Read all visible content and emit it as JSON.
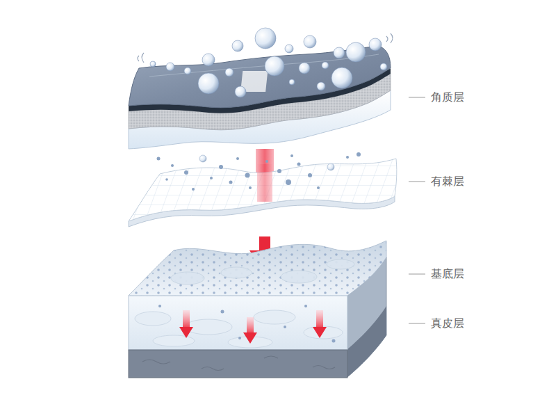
{
  "diagram": {
    "labels": [
      "角质层",
      "有棘层",
      "基底层",
      "真皮层"
    ]
  }
}
